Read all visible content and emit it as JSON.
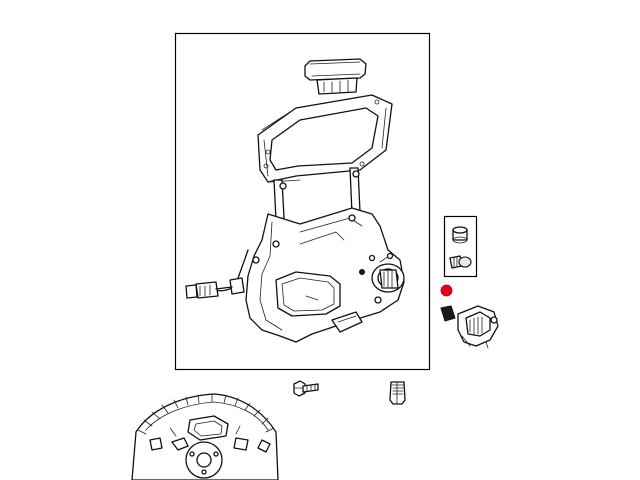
{
  "diagram": {
    "background_color": "#ffffff",
    "line_color": "#111111",
    "marker_color": "#e3001b",
    "parts": [
      {
        "name": "main-frame-assembly",
        "icon": "instrument-frame-icon"
      },
      {
        "name": "wiring-harness",
        "icon": "connector-icon"
      },
      {
        "name": "component-inset-box",
        "icon": "inset-box-icon"
      },
      {
        "name": "switch-knob",
        "icon": "knob-icon"
      },
      {
        "name": "mounting-bolt",
        "icon": "bolt-icon"
      },
      {
        "name": "nut",
        "icon": "nut-icon"
      },
      {
        "name": "splash-shield",
        "icon": "shield-icon"
      }
    ],
    "highlight_marker": {
      "icon": "red-dot-icon",
      "color": "#e3001b"
    }
  }
}
